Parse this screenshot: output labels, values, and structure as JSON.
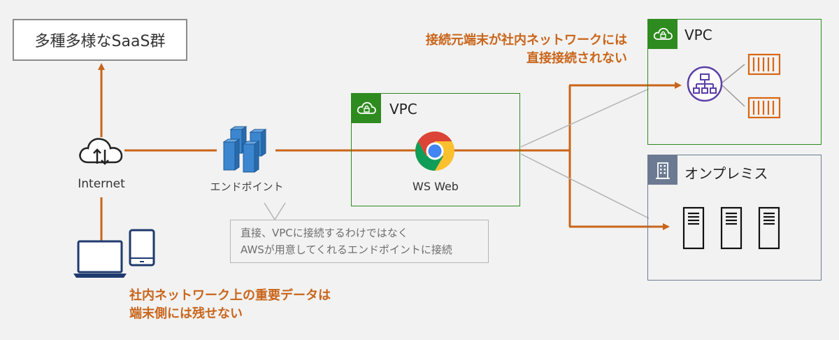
{
  "saas_box": {
    "label": "多種多様なSaaS群"
  },
  "internet": {
    "label": "Internet"
  },
  "endpoint": {
    "label": "エンドポイント"
  },
  "note": {
    "line1": "直接、VPCに接続するわけではなく",
    "line2": "AWSが用意してくれるエンドポイントに接続"
  },
  "vpc_center": {
    "title": "VPC",
    "service_label": "WS Web"
  },
  "vpc_right": {
    "title": "VPC"
  },
  "onprem": {
    "title": "オンプレミス"
  },
  "callout_top": {
    "line1": "接続元端末が社内ネットワークには",
    "line2": "直接接続されない"
  },
  "callout_bottom": {
    "line1": "社内ネットワーク上の重要データは",
    "line2": "端末側には残せない"
  },
  "icons": [
    "cloud-upload-download-icon",
    "endpoint-cubes-icon",
    "chrome-browser-icon",
    "load-balancer-icon",
    "container-icon",
    "server-icon",
    "laptop-icon",
    "tablet-icon",
    "vpc-cloud-lock-icon",
    "building-icon"
  ],
  "colors": {
    "orange": "#c9651a",
    "vpc_green": "#2e8b1f",
    "onprem_gray": "#6b7a92",
    "endpoint_blue": "#2f73b8",
    "lb_purple": "#5a3ea6",
    "device_navy": "#1f3a6e"
  }
}
